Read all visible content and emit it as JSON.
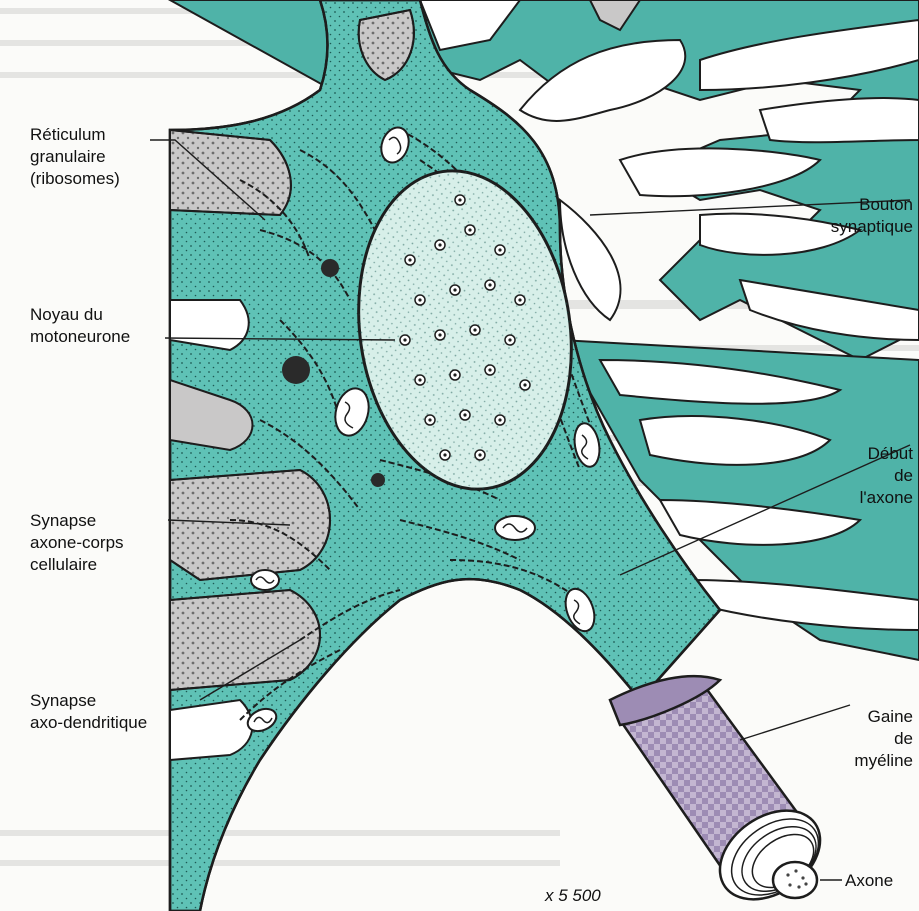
{
  "labels": {
    "reticulum": [
      "Réticulum",
      "granulaire",
      "(ribosomes)"
    ],
    "bouton": [
      "Bouton",
      "synaptique"
    ],
    "noyau": [
      "Noyau du",
      "motoneurone"
    ],
    "debut": [
      "Début",
      "de",
      "l'axone"
    ],
    "synapse_corps": [
      "Synapse",
      "axone-corps",
      "cellulaire"
    ],
    "synapse_dendr": [
      "Synapse",
      "axo-dendritique"
    ],
    "gaine": [
      "Gaine",
      "de",
      "myéline"
    ],
    "axone": "Axone"
  },
  "scale": "x 5 500",
  "colors": {
    "cytoplasm": "#5fc2b6",
    "dendrite": "#4fb3a8",
    "terminal": "#c9c8c8",
    "myelin": "#b6a7c7",
    "outline": "#1d1d1d",
    "background": "#fbfbf9"
  }
}
